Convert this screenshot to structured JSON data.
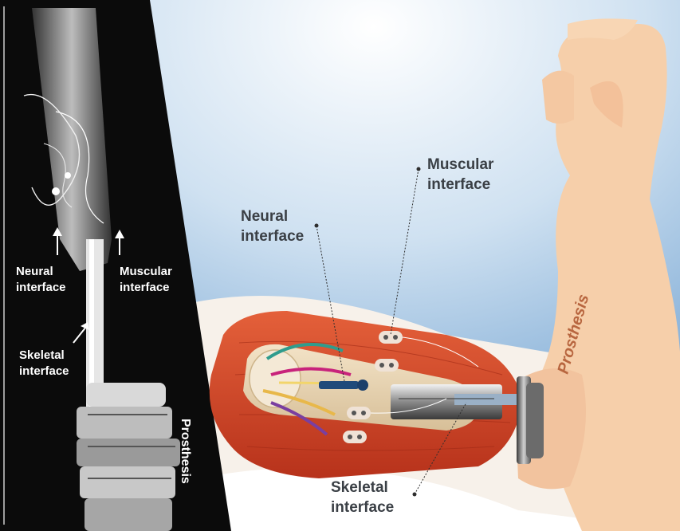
{
  "xray_panel": {
    "neural_line1": "Neural",
    "neural_line2": "interface",
    "muscular_line1": "Muscular",
    "muscular_line2": "interface",
    "skeletal_line1": "Skeletal",
    "skeletal_line2": "interface",
    "prosthesis": "Prosthesis"
  },
  "illustration": {
    "neural_line1": "Neural",
    "neural_line2": "interface",
    "muscular_line1": "Muscular",
    "muscular_line2": "interface",
    "skeletal_line1": "Skeletal",
    "skeletal_line2": "interface",
    "prosthesis": "Prosthesis"
  },
  "colors": {
    "sky_top": "#ffffff",
    "sky_bottom": "#6fa4d2",
    "muscle": "#d8482a",
    "skin": "#f5c9a6",
    "xray_bg": "#0a0a0a",
    "label_dark": "#3a3f45",
    "prosthesis_label": "#b8663f"
  }
}
